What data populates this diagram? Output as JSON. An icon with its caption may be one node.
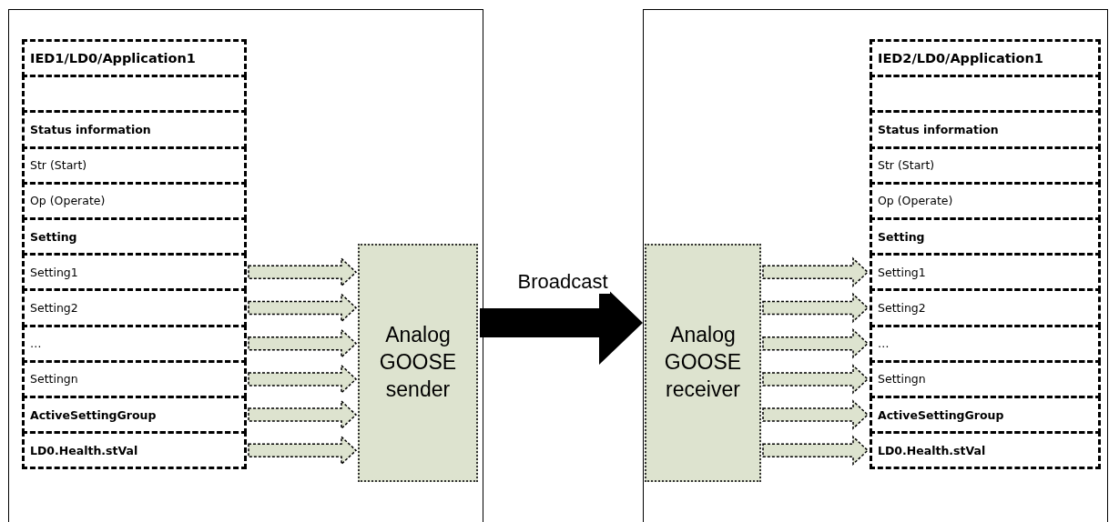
{
  "diagram": {
    "nodes": [
      {
        "text": [],
        "shape": "box"
      },
      {
        "text": [
          "IED1/LD0/Application1"
        ],
        "in": 0
      },
      {
        "text": [],
        "shape": "box",
        "in": 0
      },
      {
        "text": [
          "Status information"
        ],
        "in": 0
      },
      {
        "text": [
          "Str (Start)"
        ],
        "in": 0
      },
      {
        "text": [
          "Op (Operate)"
        ],
        "in": 0
      },
      {
        "text": [
          "Setting"
        ],
        "in": 0
      },
      {
        "text": [
          "Setting1"
        ],
        "in": 0
      },
      {
        "text": [
          "Setting2"
        ],
        "in": 0
      },
      {
        "text": [
          "…"
        ],
        "in": 0
      },
      {
        "text": [
          "Settingn"
        ],
        "in": 0
      },
      {
        "text": [
          "ActiveSettingGroup"
        ],
        "in": 0
      },
      {
        "text": [
          "LD0.Health.stVal"
        ],
        "in": 0
      },
      {
        "text": [
          "Analog GOOSE sender"
        ],
        "in": 0
      },
      {
        "text": [],
        "shape": "box"
      },
      {
        "text": [
          "Analog GOOSE receiver"
        ],
        "in": 14
      },
      {
        "text": [
          "IED2/LD0/Application1"
        ],
        "in": 14
      },
      {
        "text": [],
        "shape": "box",
        "in": 14
      },
      {
        "text": [
          "Status information"
        ],
        "in": 14
      },
      {
        "text": [
          "Str (Start)"
        ],
        "in": 14
      },
      {
        "text": [
          "Op (Operate)"
        ],
        "in": 14
      },
      {
        "text": [
          "Setting"
        ],
        "in": 14
      },
      {
        "text": [
          "Setting1"
        ],
        "in": 14
      },
      {
        "text": [
          "Setting2"
        ],
        "in": 14
      },
      {
        "text": [
          "…"
        ],
        "in": 14
      },
      {
        "text": [
          "Settingn"
        ],
        "in": 14
      },
      {
        "text": [
          "ActiveSettingGroup"
        ],
        "in": 14
      },
      {
        "text": [
          "LD0.Health.stVal"
        ],
        "in": 14
      }
    ],
    "edges": [
      {
        "from": 7,
        "to": 13,
        "arrow": "to",
        "style": "dashed"
      },
      {
        "from": 8,
        "to": 13,
        "arrow": "to",
        "style": "dashed"
      },
      {
        "from": 9,
        "to": 13,
        "arrow": "to",
        "style": "dashed"
      },
      {
        "from": 10,
        "to": 13,
        "arrow": "to",
        "style": "dashed"
      },
      {
        "from": 11,
        "to": 13,
        "arrow": "to",
        "style": "dashed"
      },
      {
        "from": 12,
        "to": 13,
        "arrow": "to",
        "style": "dashed"
      },
      {
        "from": 13,
        "to": 15,
        "arrow": "to",
        "label": "Broadcast",
        "style": "thick",
        "color": "#000000"
      },
      {
        "from": 15,
        "to": 22,
        "arrow": "to",
        "style": "dashed"
      },
      {
        "from": 15,
        "to": 23,
        "arrow": "to",
        "style": "dashed"
      },
      {
        "from": 15,
        "to": 24,
        "arrow": "to",
        "style": "dashed"
      },
      {
        "from": 15,
        "to": 25,
        "arrow": "to",
        "style": "dashed"
      },
      {
        "from": 15,
        "to": 26,
        "arrow": "to",
        "style": "dashed"
      },
      {
        "from": 15,
        "to": 27,
        "arrow": "to",
        "style": "dashed"
      }
    ]
  }
}
